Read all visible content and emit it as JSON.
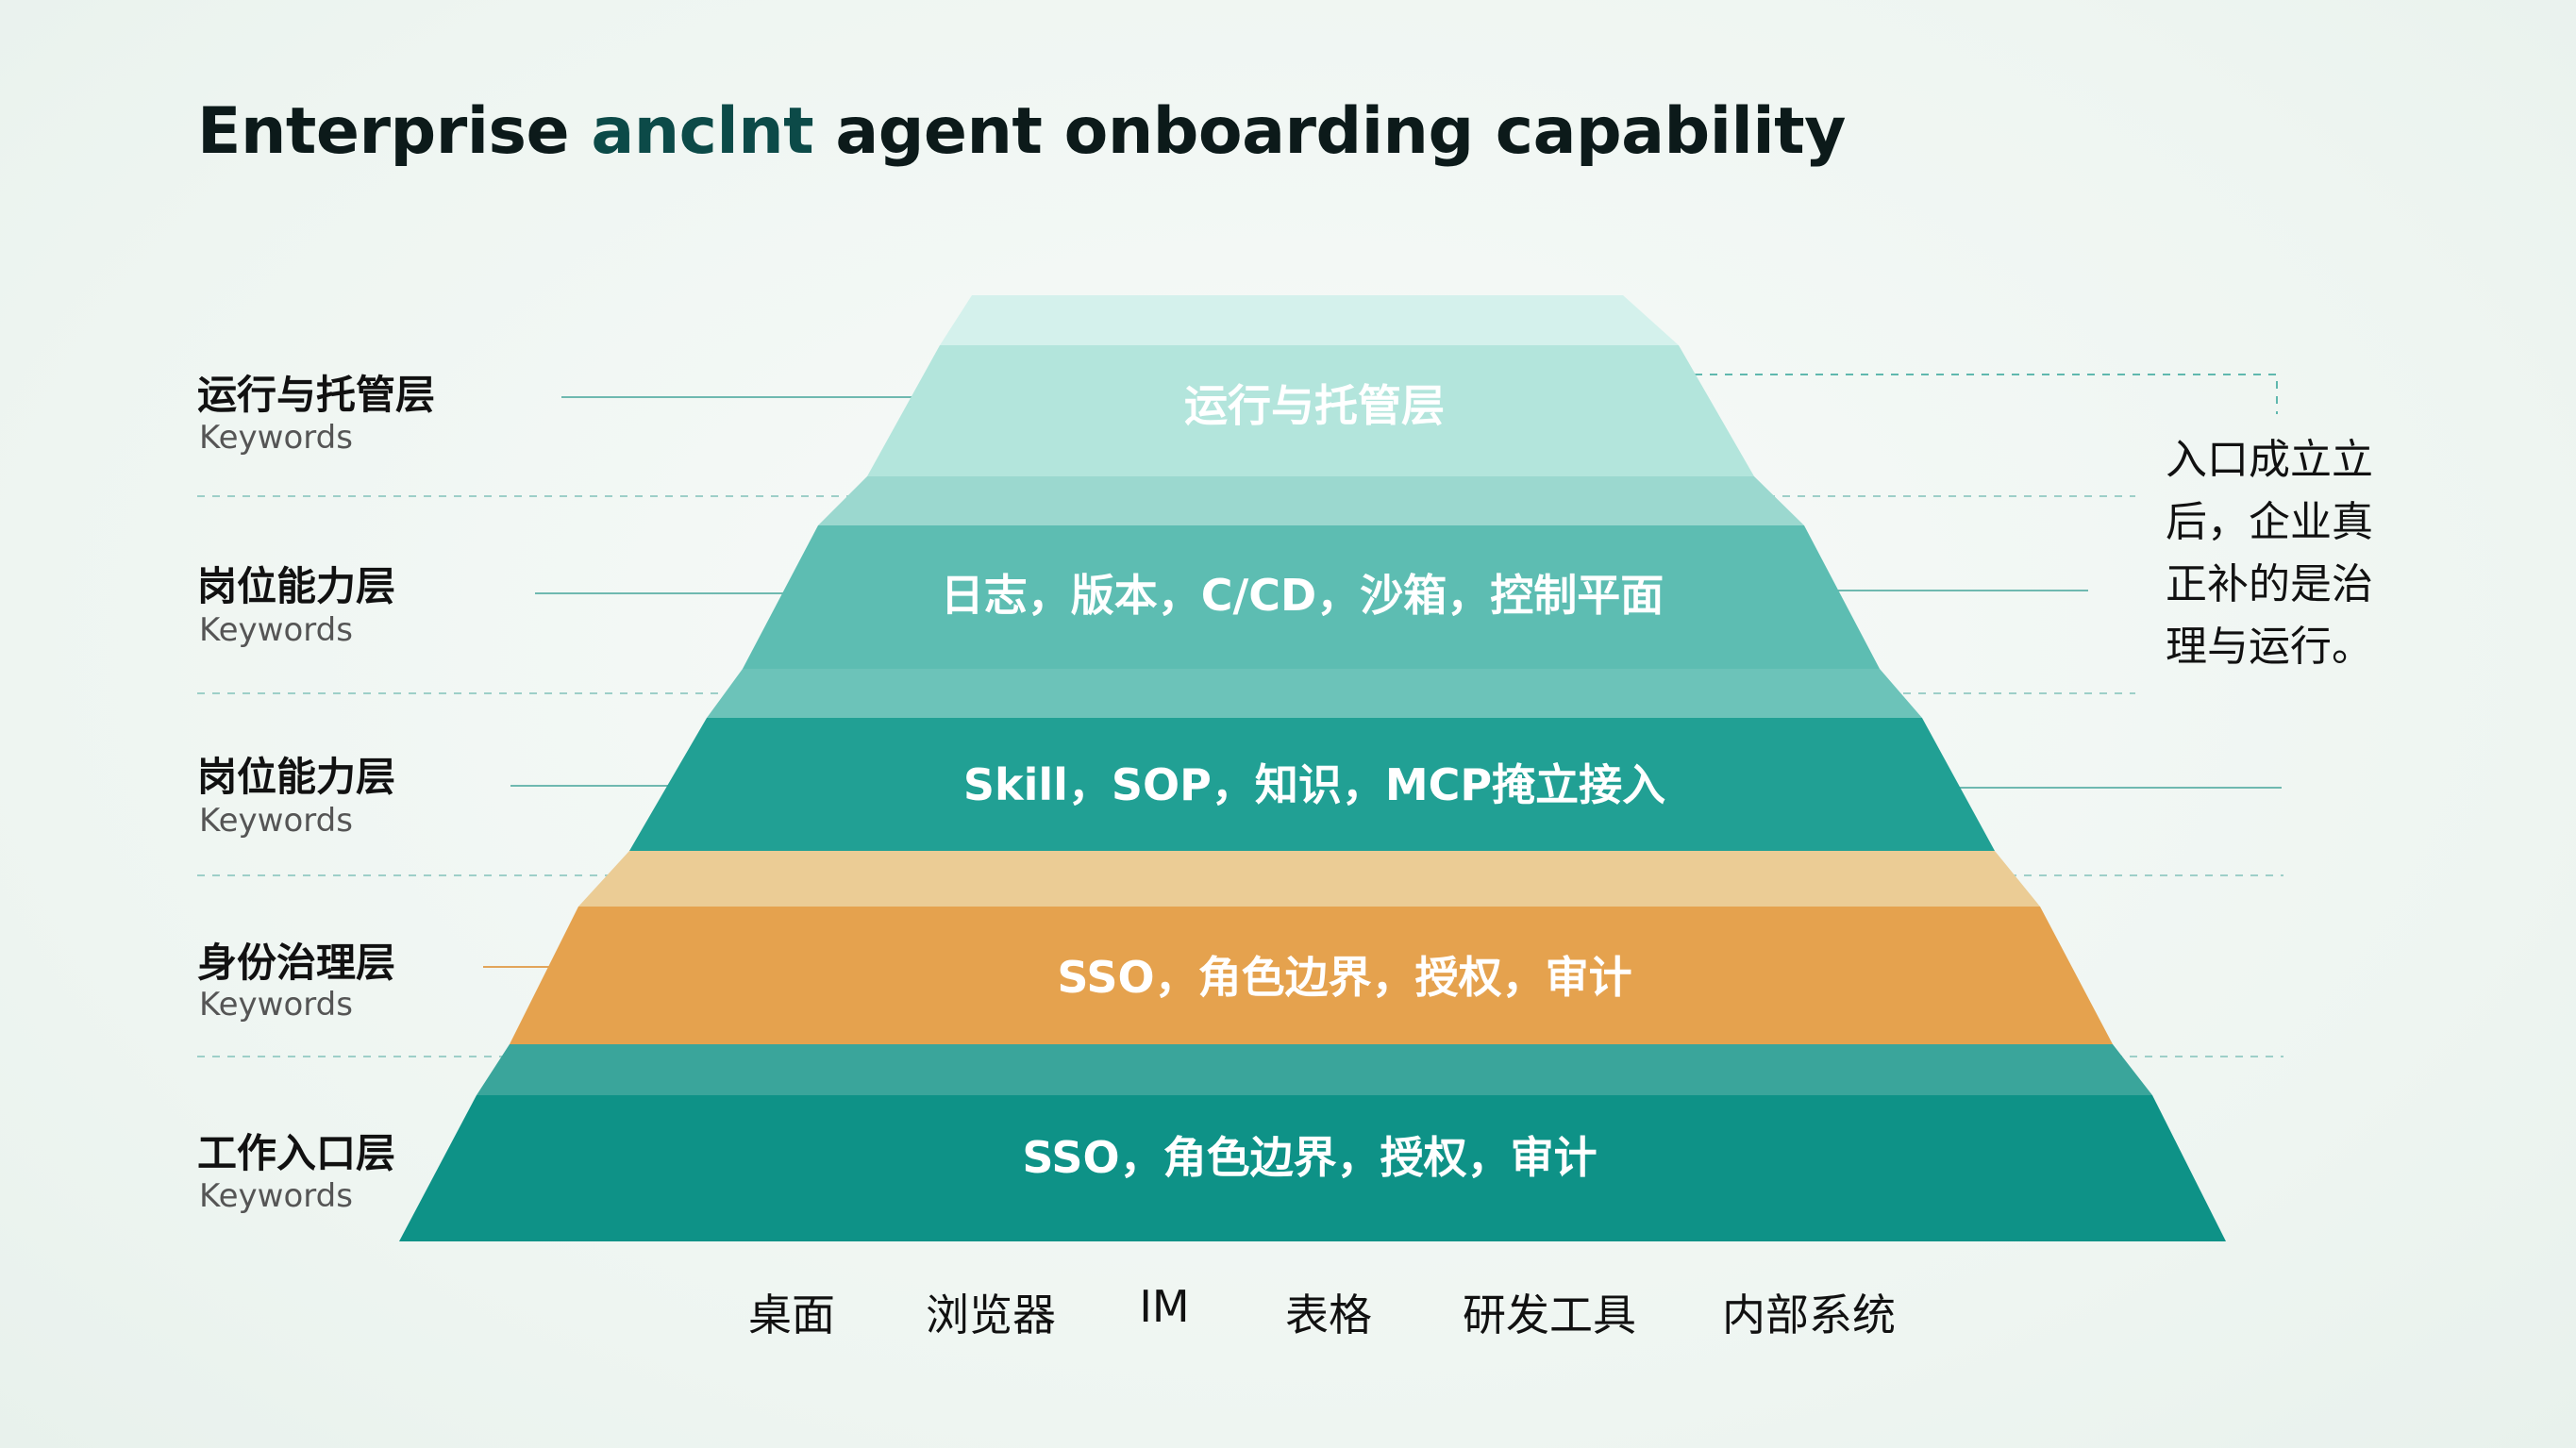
{
  "title": {
    "part1": "Enterprise ",
    "part2": "anclnt",
    "part3": " agent onboarding capability"
  },
  "layers": [
    {
      "side_label": "运行与托管层",
      "keywords": "Keywords",
      "text": "运行与托管层",
      "color": "#b3e5dc"
    },
    {
      "side_label": "岗位能力层",
      "keywords": "Keywords",
      "text": "日志，版本，C/CD，沙箱，控制平面",
      "color": "#5dbdb2"
    },
    {
      "side_label": "岗位能力层",
      "keywords": "Keywords",
      "text": "Skill，SOP，知识，MCP掩立接入",
      "color": "#21a094"
    },
    {
      "side_label": "身份治理层",
      "keywords": "Keywords",
      "text": "SSO，角色边界，授权，审计",
      "color": "#e5a24e"
    },
    {
      "side_label": "工作入口层",
      "keywords": "Keywords",
      "text": "SSO，角色边界，授权，审计",
      "color": "#0e9287"
    }
  ],
  "note": "入口成立立后，企业真正补的是治理与运行。",
  "entry_points": [
    "桌面",
    "浏览器",
    "IM",
    "表格",
    "研发工具",
    "内部系统"
  ]
}
